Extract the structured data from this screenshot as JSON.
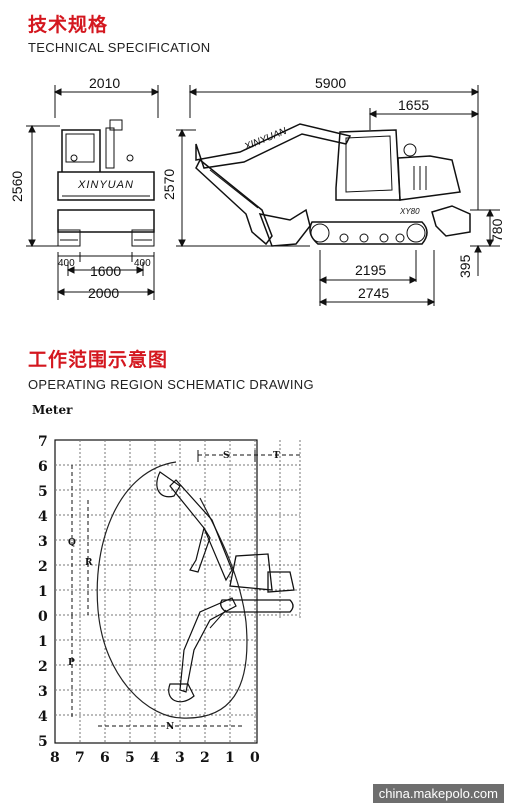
{
  "spec_section": {
    "title_cn": "技术规格",
    "title_en": "TECHNICAL SPECIFICATION",
    "front_view": {
      "width_top": "2010",
      "height_left": "2560",
      "track_left": "400",
      "track_right": "400",
      "track_gauge": "1600",
      "overall_width": "2000",
      "brand": "XINYUAN"
    },
    "side_view": {
      "overall_length": "5900",
      "tail_length": "1655",
      "height": "2570",
      "blade_height": "780",
      "blade_depth": "395",
      "tumbler_distance": "2195",
      "track_length": "2745",
      "boom_brand": "XINYUAN",
      "model_badge": "XY80"
    }
  },
  "region_section": {
    "title_cn": "工作范围示意图",
    "title_en": "OPERATING REGION SCHEMATIC DRAWING",
    "unit_label": "Meter",
    "y_ticks_up": [
      "7",
      "6",
      "5",
      "4",
      "3",
      "2",
      "1",
      "0"
    ],
    "y_ticks_down": [
      "1",
      "2",
      "3",
      "4",
      "5"
    ],
    "x_ticks": [
      "8",
      "7",
      "6",
      "5",
      "4",
      "3",
      "2",
      "1",
      "0"
    ],
    "markers": [
      "S",
      "T",
      "Q",
      "R",
      "P",
      "N"
    ]
  },
  "watermark": "china.makepolo.com"
}
